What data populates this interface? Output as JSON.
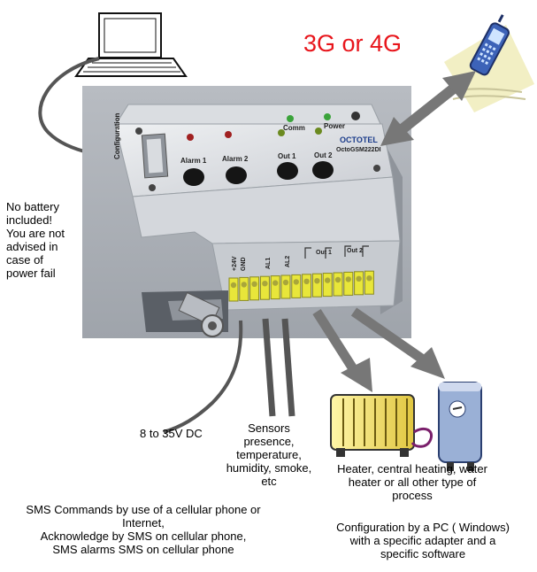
{
  "network_label": "3G or 4G",
  "colors": {
    "network_label": "#e8151b",
    "arrow": "#777777",
    "cable": "#555555",
    "device_body": "#e3e5e8",
    "terminal": "#e8e63a"
  },
  "device": {
    "labels": {
      "configuration": "Configuration",
      "comm": "Comm",
      "power": "Power",
      "brand": "OCTOTEL",
      "model": "OctoGSM222DI",
      "alarm1": "Alarm 1",
      "alarm2": "Alarm 2",
      "out1": "Out 1",
      "out2": "Out 2",
      "term_24v": "+24V",
      "term_gnd": "GND",
      "term_al1": "AL1",
      "term_al2": "AL2",
      "term_out1": "Out 1",
      "term_out2": "Out 2"
    }
  },
  "notes": {
    "battery": [
      "No battery",
      "included!",
      "You are not",
      "advised in",
      "case of",
      "power fail"
    ],
    "power_supply": "8 to 35V DC",
    "sensors": [
      "Sensors",
      "presence,",
      "temperature,",
      "humidity, smoke,",
      "etc"
    ],
    "heater": [
      "Heater, central heating, water",
      "heater or all other type of",
      "process"
    ],
    "sms": [
      "SMS Commands by use of a cellular phone or",
      "Internet,",
      "Acknowledge by SMS on cellular phone,",
      "SMS alarms SMS on cellular phone"
    ],
    "configuration": [
      "Configuration by a PC ( Windows)",
      "with a specific adapter and a",
      "specific software"
    ]
  },
  "icons": [
    "laptop-icon",
    "cellphone-icon",
    "radiator-icon",
    "water-heater-icon"
  ]
}
